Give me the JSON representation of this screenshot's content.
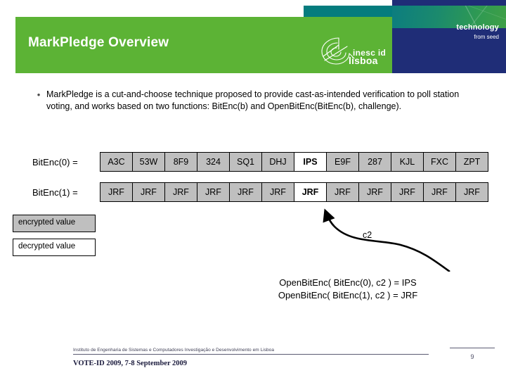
{
  "slide": {
    "title": "MarkPledge Overview",
    "page_number": "9"
  },
  "branding": {
    "tagline_primary": "technology",
    "tagline_secondary": "from seed",
    "logo_line1": "inesc id",
    "logo_line2": "lisboa",
    "colors": {
      "green": "#5cb335",
      "teal": "#057c7e",
      "navy": "#1f2d77",
      "cell_gray": "#bfbfbf",
      "white": "#ffffff"
    }
  },
  "body": {
    "bullet_marker": "•",
    "bullet_text": "MarkPledge is a cut-and-choose technique proposed to provide cast-as-intended verification to poll station voting, and works based on two functions: BitEnc(b) and OpenBitEnc(BitEnc(b), challenge)."
  },
  "cipher_table": {
    "rows": [
      {
        "label": "BitEnc(0) =",
        "cells": [
          "A3C",
          "53W",
          "8F9",
          "324",
          "SQ1",
          "DHJ",
          "IPS",
          "E9F",
          "287",
          "KJL",
          "FXC",
          "ZPT"
        ],
        "decrypted_index": 6
      },
      {
        "label": "BitEnc(1) =",
        "cells": [
          "JRF",
          "JRF",
          "JRF",
          "JRF",
          "JRF",
          "JRF",
          "JRF",
          "JRF",
          "JRF",
          "JRF",
          "JRF",
          "JRF"
        ],
        "decrypted_index": 6
      }
    ]
  },
  "legend": {
    "encrypted_label": "encrypted value",
    "decrypted_label": "decrypted value"
  },
  "annotation": {
    "arrow_label": "c2"
  },
  "formulas": {
    "line1": "OpenBitEnc( BitEnc(0), c2 ) = IPS",
    "line2": "OpenBitEnc( BitEnc(1), c2 ) = JRF"
  },
  "footer": {
    "organization": "Instituto de Engenharia de Sistemas e Computadores Investigação e Desenvolvimento em Lisboa",
    "event": "VOTE-ID 2009, 7-8 September 2009"
  }
}
